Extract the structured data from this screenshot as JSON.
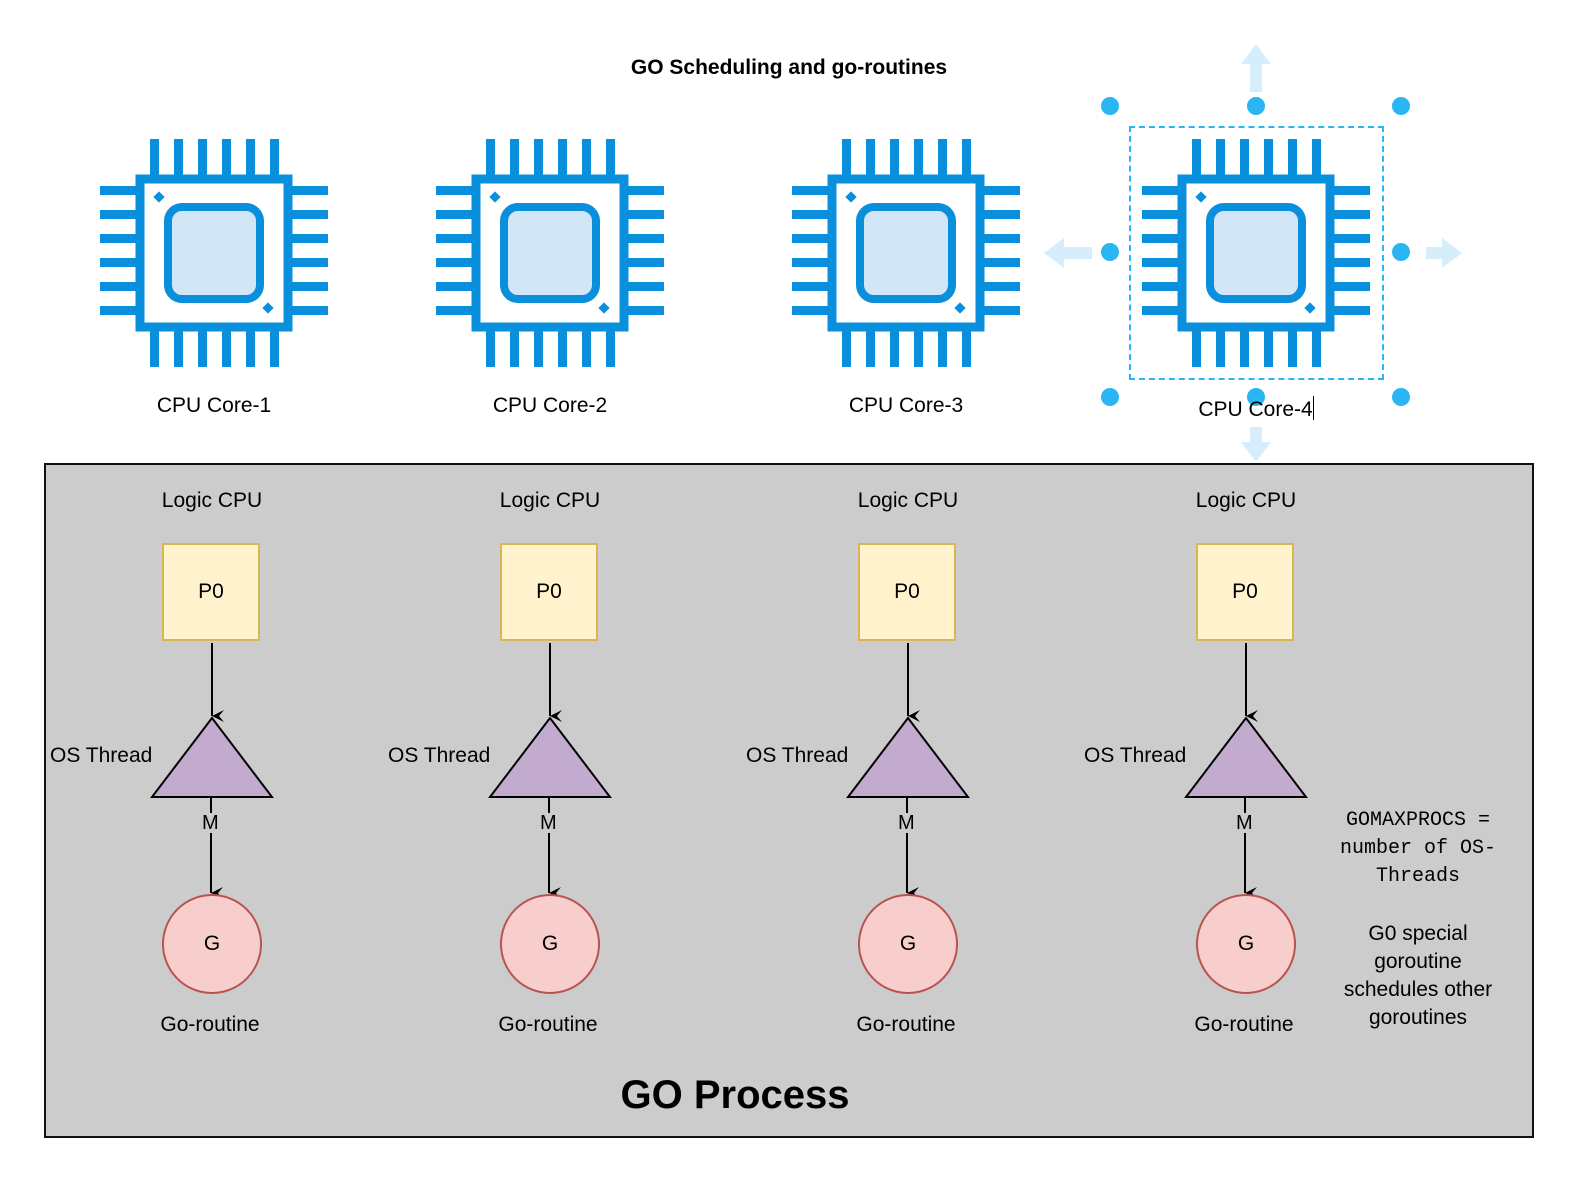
{
  "title": "GO Scheduling and go-routines",
  "colors": {
    "chip_blue": "#0a8fdc",
    "chip_fill": "#d2e6f8",
    "process_bg": "#cccccc",
    "p_fill": "#fff2cc",
    "p_stroke": "#d6b656",
    "thread_fill": "#c3abd0",
    "g_fill": "#f8cecc",
    "g_stroke": "#b85450",
    "selection": "#29b6f2"
  },
  "cores": [
    {
      "label": "CPU Core-1"
    },
    {
      "label": "CPU Core-2"
    },
    {
      "label": "CPU Core-3"
    },
    {
      "label": "CPU Core-4",
      "selected": true,
      "editing": true
    }
  ],
  "process": {
    "title": "GO Process",
    "columns": [
      {
        "logic_label": "Logic CPU",
        "p_label": "P0",
        "thread_label": "OS Thread",
        "m_label": "M",
        "g_label": "G",
        "g_caption": "Go-routine"
      },
      {
        "logic_label": "Logic CPU",
        "p_label": "P0",
        "thread_label": "OS Thread",
        "m_label": "M",
        "g_label": "G",
        "g_caption": "Go-routine"
      },
      {
        "logic_label": "Logic CPU",
        "p_label": "P0",
        "thread_label": "OS Thread",
        "m_label": "M",
        "g_label": "G",
        "g_caption": "Go-routine"
      },
      {
        "logic_label": "Logic CPU",
        "p_label": "P0",
        "thread_label": "OS Thread",
        "m_label": "M",
        "g_label": "G",
        "g_caption": "Go-routine"
      }
    ],
    "note_mono": [
      "GOMAXPROCS =",
      "number of OS-",
      "Threads"
    ],
    "note_text": [
      "G0 special",
      "goroutine",
      "schedules other",
      "goroutines"
    ]
  }
}
